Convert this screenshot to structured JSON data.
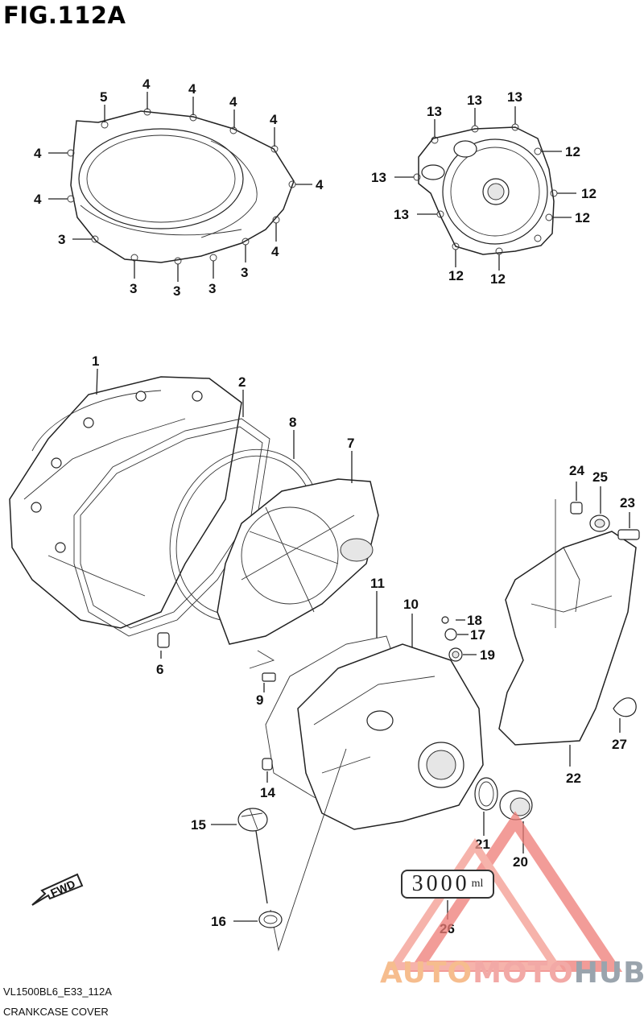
{
  "figure": {
    "title": "FIG.112A",
    "model_code": "VL1500BL6_E33_112A",
    "name": "CRANKCASE COVER"
  },
  "watermark": {
    "text_part1": "AUTO",
    "text_part2": "MOTO",
    "text_part3": "HUB",
    "color_orange": "#f6bd8e",
    "color_pink": "#f2a9a6",
    "color_gray": "#9aa4ad"
  },
  "odometer": {
    "digits": "3000",
    "unit": "ml"
  },
  "fwd_label": "FWD",
  "callouts": {
    "c1": "1",
    "c2": "2",
    "c3": "3",
    "c4": "4",
    "c5": "5",
    "c6": "6",
    "c7": "7",
    "c8": "8",
    "c9": "9",
    "c10": "10",
    "c11": "11",
    "c12": "12",
    "c13": "13",
    "c14": "14",
    "c15": "15",
    "c16": "16",
    "c17": "17",
    "c18": "18",
    "c19": "19",
    "c20": "20",
    "c21": "21",
    "c22": "22",
    "c23": "23",
    "c24": "24",
    "c25": "25",
    "c26": "26",
    "c27": "27"
  }
}
